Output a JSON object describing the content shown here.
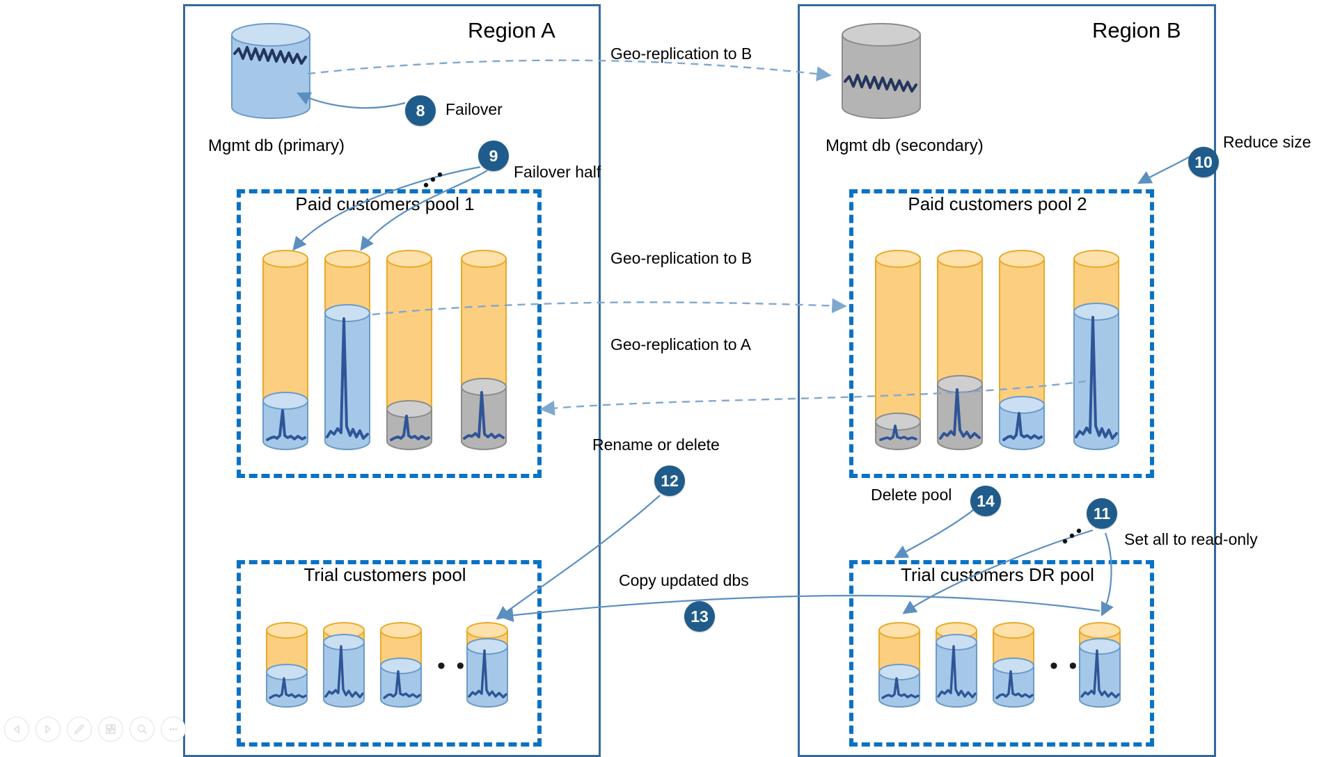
{
  "diagram": {
    "title": "Azure SQL elastic pool geo-replication / disaster recovery diagram",
    "colors": {
      "region_border": "#35699E",
      "pool_border": "#0A72C4",
      "badge_fill": "#1F5C8B",
      "cylinder_orange_fill": "#FCCE7F",
      "cylinder_orange_stroke": "#E8AA2A",
      "cylinder_blue_fill": "#A6C8E8",
      "cylinder_blue_stroke": "#6A9BC9",
      "cylinder_gray_fill": "#B4B4B4",
      "cylinder_gray_stroke": "#8C8C8C",
      "spike_line": "#2E5597",
      "arrow_solid": "#5B8FC0",
      "arrow_dashed": "#7FA8CF"
    }
  },
  "regions": [
    {
      "id": "region-a",
      "title": "Region A"
    },
    {
      "id": "region-b",
      "title": "Region B"
    }
  ],
  "mgmt_dbs": [
    {
      "id": "mgmt-primary",
      "label": "Mgmt db (primary)",
      "state": "primary",
      "fill": "blue"
    },
    {
      "id": "mgmt-secondary",
      "label": "Mgmt db (secondary)",
      "state": "secondary",
      "fill": "gray"
    }
  ],
  "pools": [
    {
      "id": "paid-pool-1",
      "title": "Paid customers pool 1",
      "region": "Region A"
    },
    {
      "id": "paid-pool-2",
      "title": "Paid customers pool 2",
      "region": "Region B"
    },
    {
      "id": "trial-pool",
      "title": "Trial customers pool",
      "region": "Region A"
    },
    {
      "id": "trial-dr-pool",
      "title": "Trial customers DR pool",
      "region": "Region B"
    }
  ],
  "replication_labels": [
    {
      "id": "geo-rep-mgmt",
      "text": "Geo-replication to B"
    },
    {
      "id": "geo-rep-pool-b",
      "text": "Geo-replication to B"
    },
    {
      "id": "geo-rep-pool-a",
      "text": "Geo-replication to A"
    }
  ],
  "steps": [
    {
      "number": "8",
      "label": "Failover"
    },
    {
      "number": "9",
      "label": "Failover half"
    },
    {
      "number": "10",
      "label": "Reduce size"
    },
    {
      "number": "11",
      "label": "Set all to read-only"
    },
    {
      "number": "12",
      "label": "Rename or delete"
    },
    {
      "number": "13",
      "label": "Copy updated dbs"
    },
    {
      "number": "14",
      "label": "Delete pool"
    }
  ],
  "ellipsis": {
    "horizontal": "• • •",
    "diagonal": "…"
  },
  "toolbar": {
    "items": [
      {
        "name": "previous-icon",
        "tooltip": "Previous"
      },
      {
        "name": "next-icon",
        "tooltip": "Next"
      },
      {
        "name": "pen-icon",
        "tooltip": "Draw"
      },
      {
        "name": "pages-icon",
        "tooltip": "All slides"
      },
      {
        "name": "zoom-icon",
        "tooltip": "Zoom"
      },
      {
        "name": "more-options-icon",
        "tooltip": "More options"
      }
    ]
  }
}
